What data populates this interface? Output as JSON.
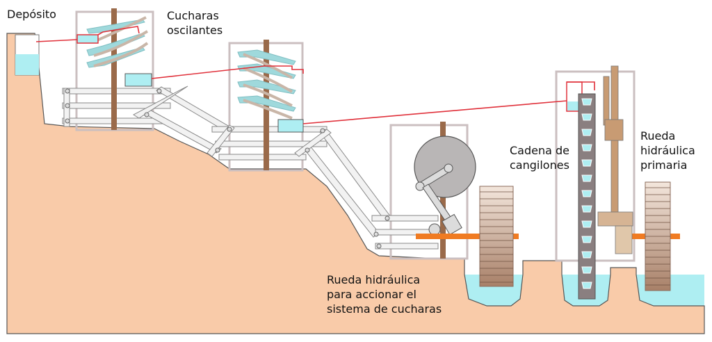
{
  "labels": {
    "deposito": "Depósito",
    "cucharas": "Cucharas\noscilantes",
    "cadena": "Cadena de\ncangilones",
    "rueda_primaria": "Rueda\nhidráulica\nprimaria",
    "rueda_accionar": "Rueda hidráulica\npara accionar el\nsistema de cucharas"
  },
  "colors": {
    "ground": "#f9cba9",
    "water": "#aeeef2",
    "frame": "#cbbfc0",
    "pipe": "#e0303a",
    "post": "#9a6a4a",
    "axle": "#f07b22",
    "spoon": "#9fd9dc"
  }
}
